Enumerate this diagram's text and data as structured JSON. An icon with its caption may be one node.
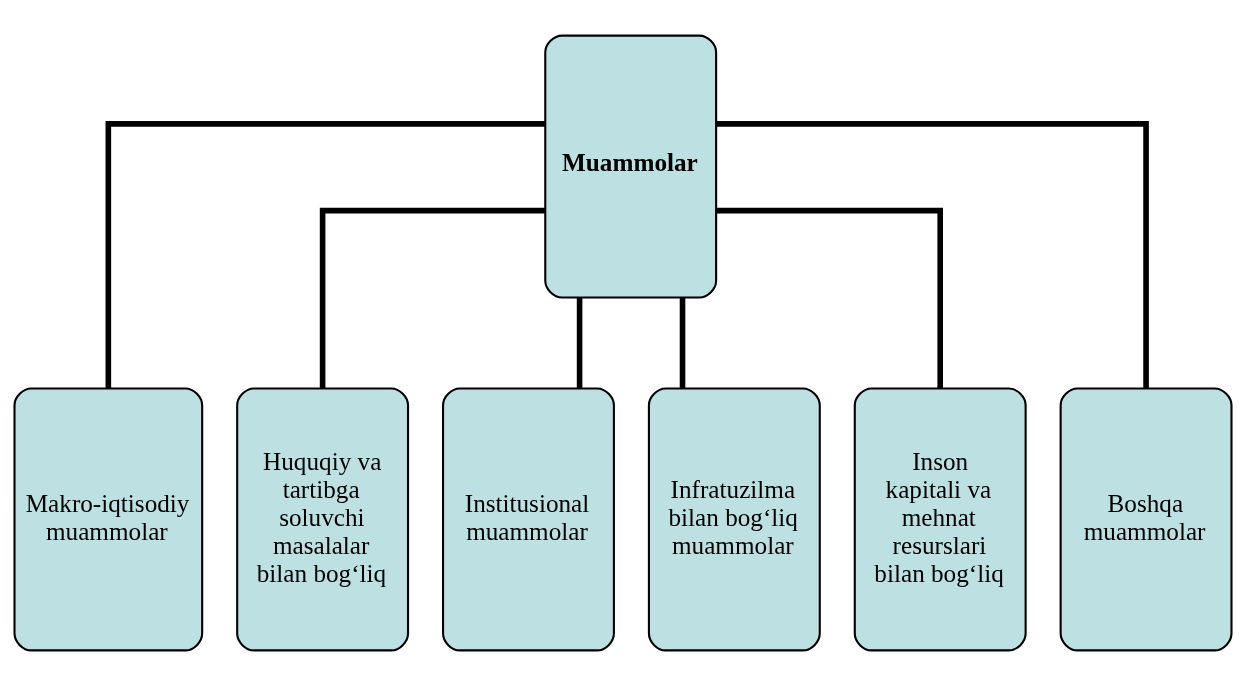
{
  "diagram": {
    "nodes": [
      {
        "text": [
          "Muammolar"
        ]
      },
      {
        "text": [
          "Makro-iqtisodiy muammolar"
        ]
      },
      {
        "text": [
          "Huquqiy va tartibga soluvchi masalalar bilan bog‘liq"
        ]
      },
      {
        "text": [
          "Institusional muammolar"
        ]
      },
      {
        "text": [
          "Infratuzilma bilan bog‘liq muammolar"
        ]
      },
      {
        "text": [
          "Inson kapitali va mehnat resurslari bilan bog‘liq"
        ]
      },
      {
        "text": [
          "Boshqa muammolar"
        ]
      }
    ],
    "edges": [
      {
        "from": 0,
        "to": 1,
        "arrow": "none"
      },
      {
        "from": 0,
        "to": 2,
        "arrow": "none"
      },
      {
        "from": 0,
        "to": 3,
        "arrow": "none"
      },
      {
        "from": 0,
        "to": 4,
        "arrow": "none"
      },
      {
        "from": 0,
        "to": 5,
        "arrow": "none"
      },
      {
        "from": 0,
        "to": 6,
        "arrow": "none"
      }
    ]
  }
}
